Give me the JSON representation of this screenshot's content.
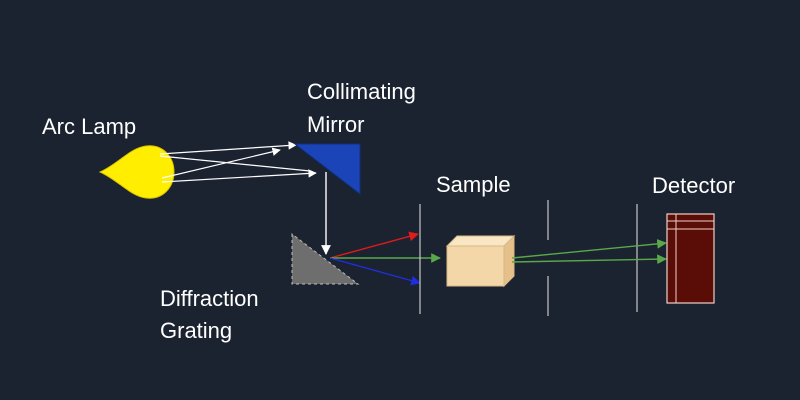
{
  "labels": {
    "arc_lamp": "Arc Lamp",
    "collimating_mirror": [
      "Collimating",
      "Mirror"
    ],
    "sample": "Sample",
    "detector": "Detector",
    "diffraction_grating": [
      "Diffraction",
      "Grating"
    ]
  },
  "colors": {
    "background": "#1b2230",
    "lamp": "#ffee00",
    "mirror": "#1a44b8",
    "grating": "#6e6e6e",
    "sample": "#f4d7a8",
    "detector": "#5a0c06",
    "ray_white": "#ffffff",
    "ray_red": "#e01b1b",
    "ray_green": "#5aa84a",
    "ray_blue": "#1f2fe0",
    "slit": "#c8c8c8"
  }
}
